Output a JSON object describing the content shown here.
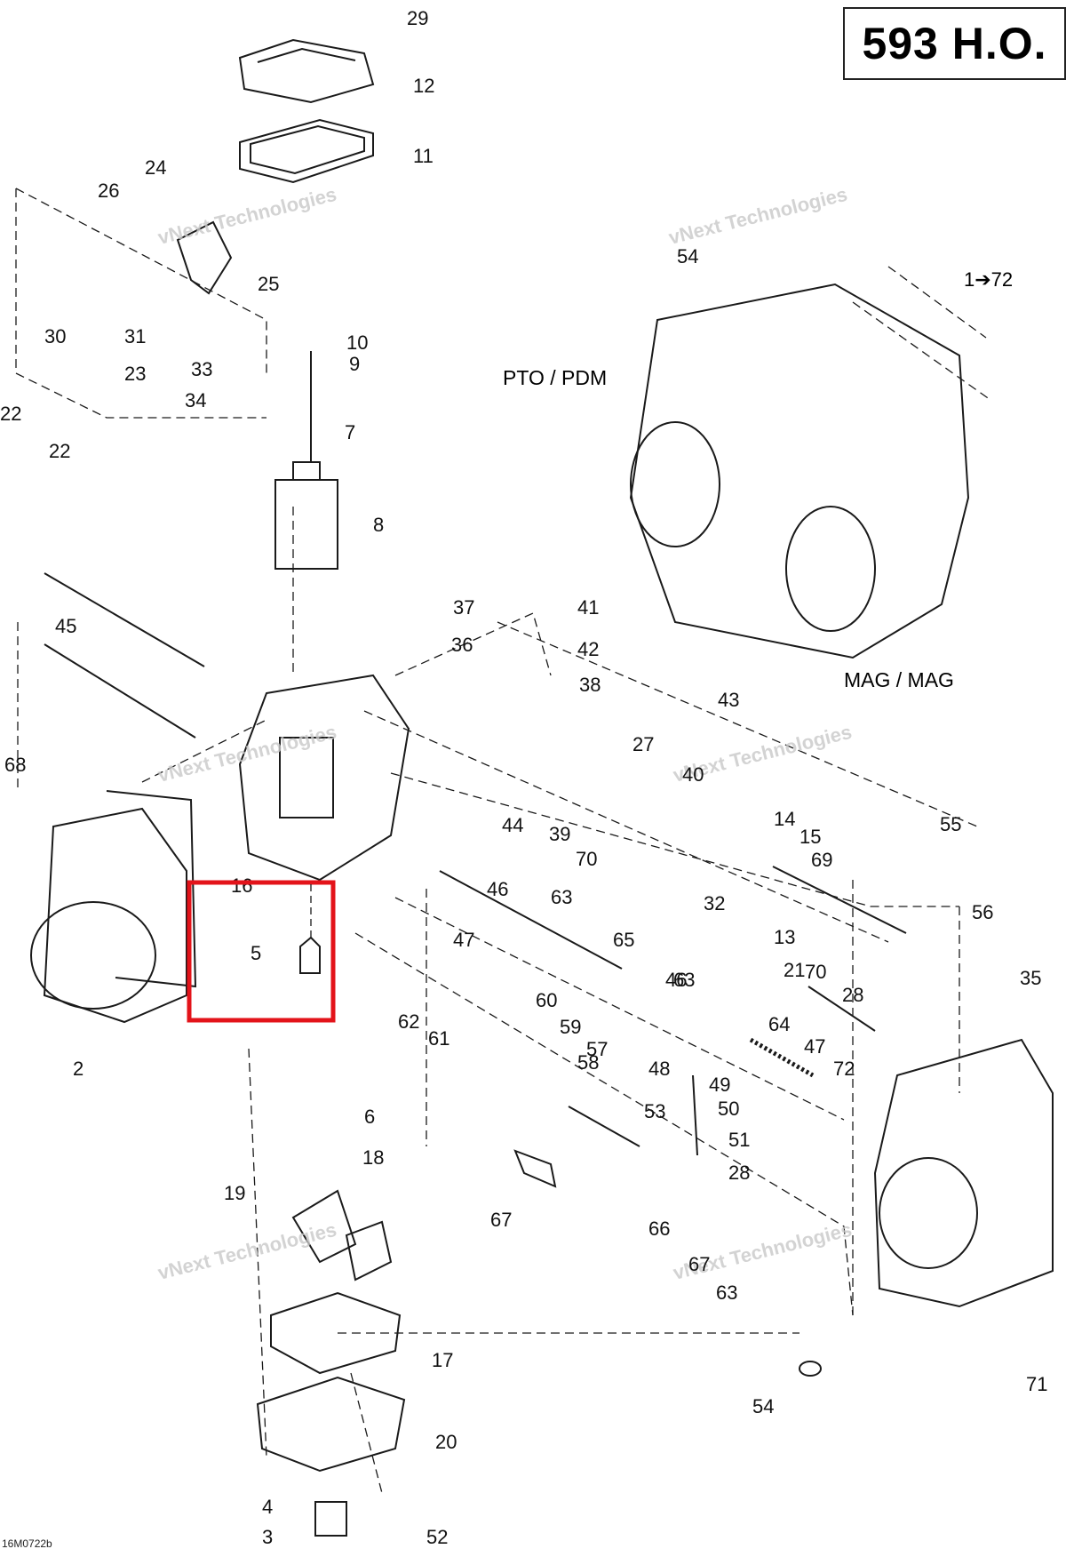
{
  "model": "593 H.O.",
  "drawing_code": "16M0722b",
  "views": {
    "pto": "PTO / PDM",
    "mag": "MAG / MAG"
  },
  "assembly_range": "1➔72",
  "watermark": "vNext Technologies",
  "callouts": [
    "29",
    "12",
    "11",
    "24",
    "26",
    "25",
    "30",
    "31",
    "23",
    "22",
    "22",
    "33",
    "34",
    "10",
    "9",
    "7",
    "8",
    "45",
    "68",
    "16",
    "5",
    "2",
    "6",
    "18",
    "19",
    "17",
    "20",
    "4",
    "3",
    "52",
    "37",
    "36",
    "41",
    "42",
    "38",
    "43",
    "27",
    "40",
    "44",
    "39",
    "70",
    "14",
    "15",
    "32",
    "69",
    "55",
    "13",
    "56",
    "21",
    "70",
    "28",
    "46",
    "63",
    "47",
    "65",
    "60",
    "62",
    "61",
    "59",
    "58",
    "57",
    "46",
    "63",
    "64",
    "47",
    "48",
    "49",
    "50",
    "51",
    "28",
    "53",
    "67",
    "66",
    "67",
    "63",
    "72",
    "35",
    "71",
    "54",
    "54"
  ],
  "highlight": {
    "callout": "5",
    "color": "#e3131a"
  },
  "colors": {
    "line": "#1a1a1a",
    "watermark": "#c9c9c9",
    "highlight": "#e3131a"
  }
}
